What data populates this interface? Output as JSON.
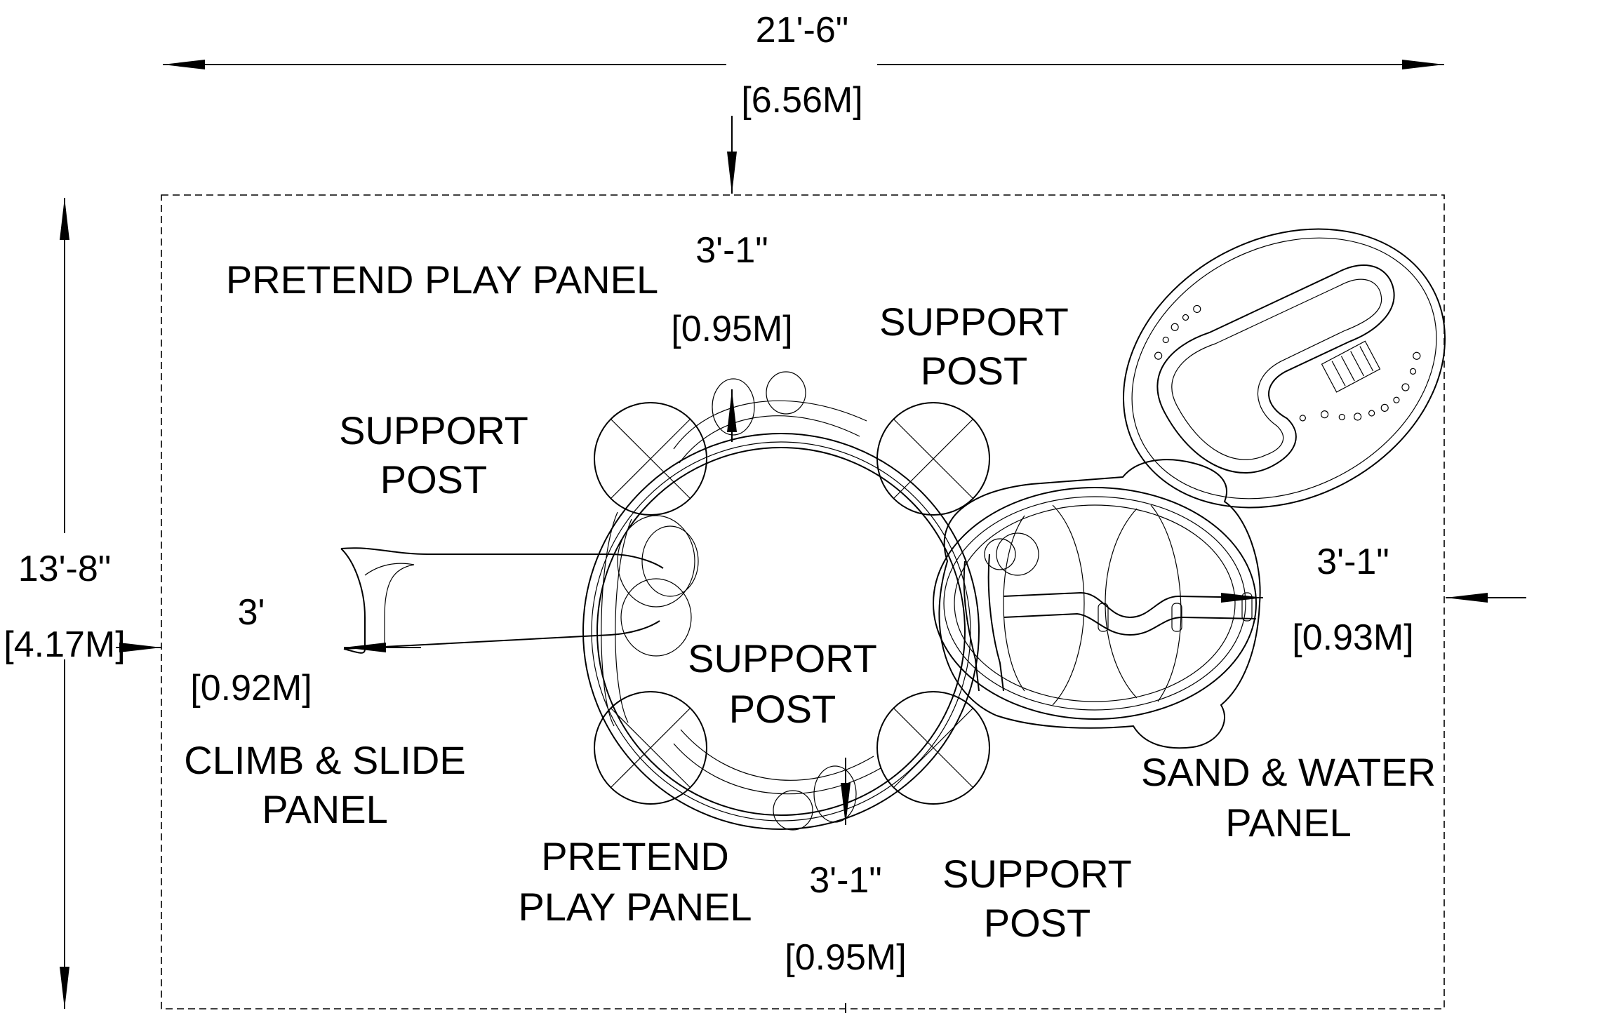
{
  "overall": {
    "width_ft": "21'-6\"",
    "width_m": "[6.56M]",
    "height_ft": "13'-8\"",
    "height_m": "[4.17M]"
  },
  "dims": {
    "top": {
      "ft": "3'-1\"",
      "m": "[0.95M]"
    },
    "left": {
      "ft": "3'",
      "m": "[0.92M]"
    },
    "right": {
      "ft": "3'-1\"",
      "m": "[0.93M]"
    },
    "bottom": {
      "ft": "3'-1\"",
      "m": "[0.95M]"
    }
  },
  "labels": {
    "pretend_top": [
      "PRETEND PLAY PANEL"
    ],
    "support_left": [
      "SUPPORT",
      "POST"
    ],
    "support_top_right": [
      "SUPPORT",
      "POST"
    ],
    "support_center": [
      "SUPPORT",
      "POST"
    ],
    "climb_slide": [
      "CLIMB & SLIDE",
      "PANEL"
    ],
    "pretend_bottom": [
      "PRETEND",
      "PLAY PANEL"
    ],
    "support_bottom": [
      "SUPPORT",
      "POST"
    ],
    "sand_water": [
      "SAND & WATER",
      "PANEL"
    ]
  }
}
